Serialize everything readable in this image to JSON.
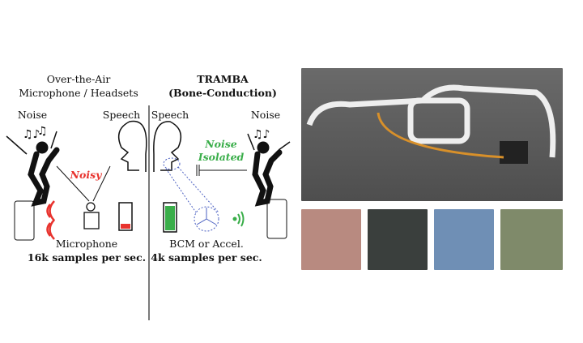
{
  "left_panel": {
    "title_line1": "Over-the-Air",
    "title_line2": "Microphone / Headsets",
    "noise_label": "Noise",
    "speech_label": "Speech",
    "noisy_label": "Noisy",
    "device_label": "Microphone",
    "rate_label": "16k samples per sec."
  },
  "right_panel": {
    "title_line1": "TRAMBA",
    "title_line2": "(Bone-Conduction)",
    "speech_label": "Speech",
    "noise_label": "Noise",
    "isolated_line1": "Noise",
    "isolated_line2": "Isolated",
    "device_label": "BCM or Accel.",
    "rate_label": "4k samples per sec."
  },
  "colors": {
    "noisy": "#e8332e",
    "isolated": "#3aae4a",
    "sensor": "#4a5fc1",
    "photo_bg": "#5b5b5b"
  }
}
